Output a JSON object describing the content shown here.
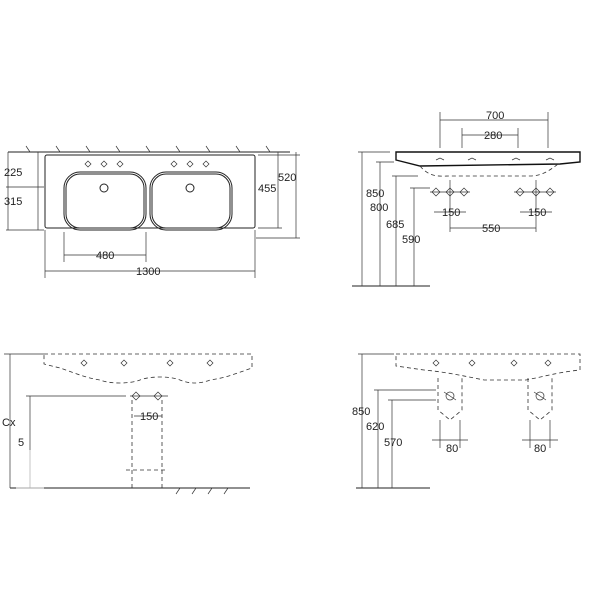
{
  "dimensions": {
    "top_view": {
      "depth_front": "225",
      "depth_tap": "315",
      "basin_depth": "455",
      "total_depth": "520",
      "bowl_width": "480",
      "total_width": "1300"
    },
    "side_view": {
      "height_top": "850",
      "height_800": "800",
      "height_685": "685",
      "height_590": "590",
      "tap_spacing_outer": "700",
      "tap_spacing_inner": "280",
      "waste_spacing_left": "150",
      "waste_spacing_right": "150",
      "waste_centers": "550"
    },
    "front_pedestal_view": {
      "label_cx": "Cx",
      "label_partial": "5",
      "waste_spacing": "150"
    },
    "siphon_view": {
      "height_top": "850",
      "height_620": "620",
      "height_570": "570",
      "siphon_left": "80",
      "siphon_right": "80"
    }
  }
}
